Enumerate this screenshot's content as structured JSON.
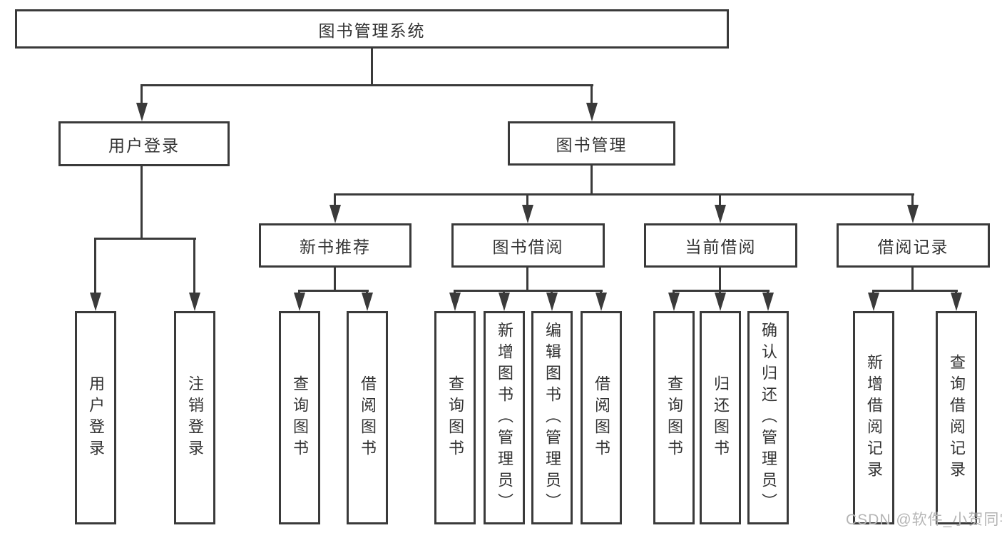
{
  "diagram": {
    "root": {
      "label": "图书管理系统"
    },
    "level2": [
      {
        "label": "用户登录"
      },
      {
        "label": "图书管理"
      }
    ],
    "level3": [
      {
        "label": "新书推荐"
      },
      {
        "label": "图书借阅"
      },
      {
        "label": "当前借阅"
      },
      {
        "label": "借阅记录"
      }
    ],
    "leaf_groups": [
      {
        "parent": "用户登录",
        "items": [
          "用户登录",
          "注销登录"
        ]
      },
      {
        "parent": "新书推荐",
        "items": [
          "查询图书",
          "借阅图书"
        ]
      },
      {
        "parent": "图书借阅",
        "items": [
          "查询图书",
          "新增图书（管理员）",
          "编辑图书（管理员）",
          "借阅图书"
        ]
      },
      {
        "parent": "当前借阅",
        "items": [
          "查询图书",
          "归还图书",
          "确认归还（管理员）"
        ]
      },
      {
        "parent": "借阅记录",
        "items": [
          "新增借阅记录",
          "查询借阅记录"
        ]
      }
    ]
  },
  "watermark": {
    "text": "CSDN @软件_小贺同学"
  },
  "colors": {
    "line": "#3a3a3a",
    "text": "#333333",
    "watermark": "#b5b5b5",
    "background": "#ffffff"
  }
}
